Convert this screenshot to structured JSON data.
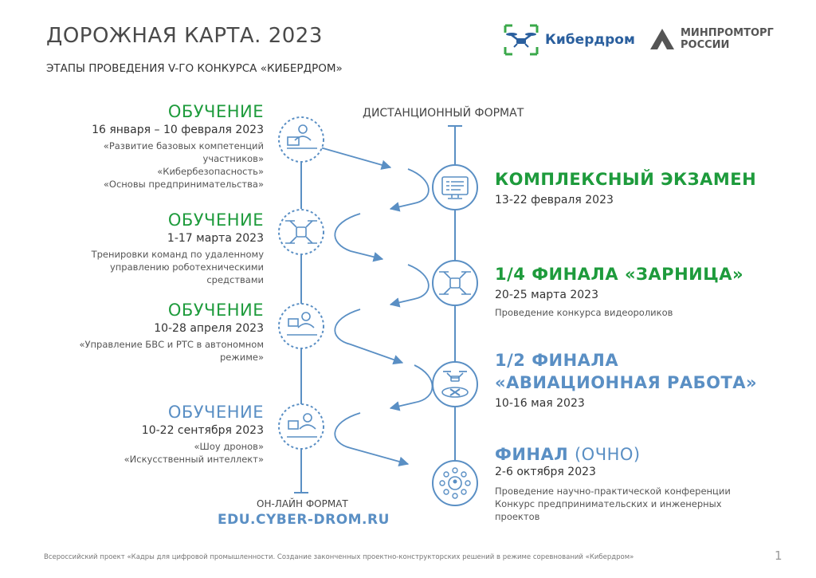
{
  "header": {
    "title": "ДОРОЖНАЯ КАРТА. 2023",
    "subtitle": "ЭТАПЫ ПРОВЕДЕНИЯ V-ГО КОНКУРСА «КИБЕРДРОМ»"
  },
  "logos": {
    "kiberdrom": "Кибердром",
    "minpromtorg_line1": "МИНПРОМТОРГ",
    "minpromtorg_line2": "РОССИИ"
  },
  "formats": {
    "remote": "ДИСТАНЦИОННЫЙ ФОРМАТ",
    "online": "ОН-ЛАЙН ФОРМАТ",
    "url": "EDU.CYBER-DROM.RU"
  },
  "training": [
    {
      "heading": "ОБУЧЕНИЕ",
      "dates": "16 января – 10 февраля 2023",
      "notes": [
        "«Развитие базовых компетенций",
        "участников»",
        "«Кибербезопасность»",
        "«Основы предпринимательства»"
      ]
    },
    {
      "heading": "ОБУЧЕНИЕ",
      "dates": "1-17 марта 2023",
      "notes": [
        "Тренировки команд по удаленному",
        "управлению роботехническими",
        "средствами"
      ]
    },
    {
      "heading": "ОБУЧЕНИЕ",
      "dates": "10-28 апреля 2023",
      "notes": [
        "«Управление БВС и РТС в автономном",
        "режиме»"
      ]
    },
    {
      "heading": "ОБУЧЕНИЕ",
      "dates": "10-22 сентября 2023",
      "notes": [
        "«Шоу дронов»",
        "«Искусственный интеллект»"
      ]
    }
  ],
  "stages": [
    {
      "heading_line1": "КОМПЛЕКСНЫЙ ЭКЗАМЕН",
      "dates": "13-22 февраля 2023",
      "notes": []
    },
    {
      "heading_line1": "1/4 ФИНАЛА «ЗАРНИЦА»",
      "dates": "20-25 марта 2023",
      "notes": [
        "Проведение конкурса видеороликов"
      ]
    },
    {
      "heading_line1": "1/2 ФИНАЛА",
      "heading_line2": "«АВИАЦИОННАЯ РАБОТА»",
      "dates": "10-16 мая 2023",
      "notes": []
    },
    {
      "heading_line1": "ФИНАЛ",
      "heading_suffix": "(ОЧНО)",
      "dates": "2-6 октября 2023",
      "notes": [
        "Проведение научно-практической конференции",
        "Конкурс предпринимательских и инженерных",
        "проектов"
      ]
    }
  ],
  "footer": {
    "text": "Всероссийский проект «Кадры для цифровой промышленности. Создание законченных проектно-конструкторских решений в режиме соревнований «Кибердром»",
    "page": "1"
  },
  "colors": {
    "green": "#1e9b3c",
    "blue": "#5a8fc4",
    "line": "#5a8fc4"
  },
  "icons": [
    "teacher-icon",
    "drone-icon",
    "teacher-icon",
    "teacher-icon",
    "exam-monitor-icon",
    "drone-icon",
    "drone-landing-icon",
    "network-icon"
  ]
}
